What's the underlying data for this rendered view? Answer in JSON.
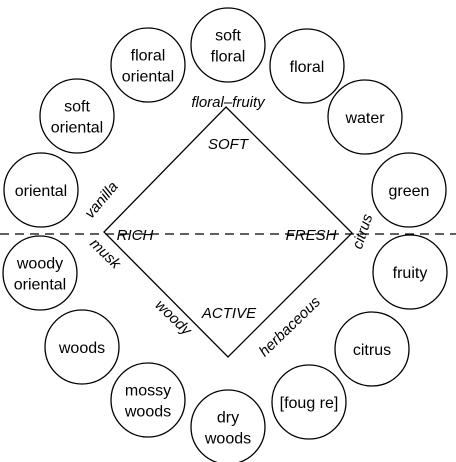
{
  "circles": [
    {
      "key": "soft-floral",
      "lines": [
        "soft",
        "floral"
      ]
    },
    {
      "key": "floral",
      "lines": [
        "floral"
      ]
    },
    {
      "key": "water",
      "lines": [
        "water"
      ]
    },
    {
      "key": "green",
      "lines": [
        "green"
      ]
    },
    {
      "key": "fruity",
      "lines": [
        "fruity"
      ]
    },
    {
      "key": "citrus",
      "lines": [
        "citrus"
      ]
    },
    {
      "key": "fougere",
      "lines": [
        "[foug re]"
      ]
    },
    {
      "key": "dry-woods",
      "lines": [
        "dry",
        "woods"
      ]
    },
    {
      "key": "mossy-woods",
      "lines": [
        "mossy",
        "woods"
      ]
    },
    {
      "key": "woods",
      "lines": [
        "woods"
      ]
    },
    {
      "key": "woody-oriental",
      "lines": [
        "woody",
        "oriental"
      ]
    },
    {
      "key": "oriental",
      "lines": [
        "oriental"
      ]
    },
    {
      "key": "soft-oriental",
      "lines": [
        "soft",
        "oriental"
      ]
    },
    {
      "key": "floral-oriental",
      "lines": [
        "floral",
        "oriental"
      ]
    }
  ],
  "axes": {
    "soft": "SOFT",
    "fresh": "FRESH",
    "active": "ACTIVE",
    "rich": "RICH"
  },
  "edges": {
    "floral_fruity": "floral–fruity",
    "citrus": "citrus",
    "herbaceous": "herbaceous",
    "woody": "woody",
    "musk": "musk",
    "vanilla": "vanilla"
  }
}
